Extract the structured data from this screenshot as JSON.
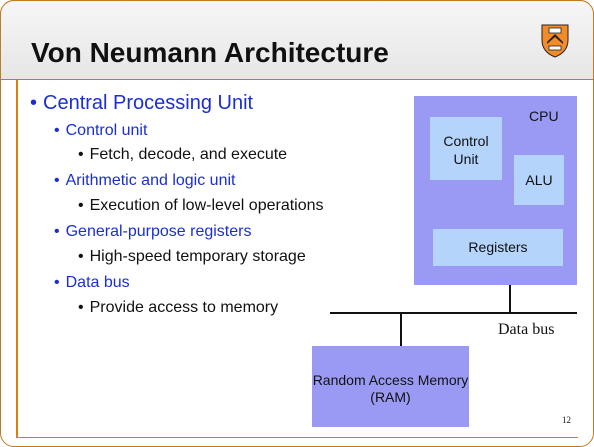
{
  "title": "Von Neumann Architecture",
  "outline": {
    "heading": "Central Processing Unit",
    "items": [
      {
        "label": "Control unit",
        "detail": "Fetch, decode, and execute"
      },
      {
        "label": "Arithmetic and logic unit",
        "detail": "Execution of low-level operations"
      },
      {
        "label": "General-purpose registers",
        "detail": "High-speed temporary storage"
      },
      {
        "label": "Data bus",
        "detail": "Provide access to memory"
      }
    ]
  },
  "diagram": {
    "cpu": "CPU",
    "control_unit": "Control Unit",
    "alu": "ALU",
    "registers": "Registers",
    "data_bus": "Data bus",
    "ram": "Random Access Memory (RAM)"
  },
  "page_number": "12",
  "colors": {
    "accent": "#e07b10",
    "heading_blue": "#1a2ed6",
    "box_purple": "#9a9af4",
    "box_light_blue": "#b4d4fb"
  },
  "icons": {
    "crest": "princeton-shield-icon"
  }
}
